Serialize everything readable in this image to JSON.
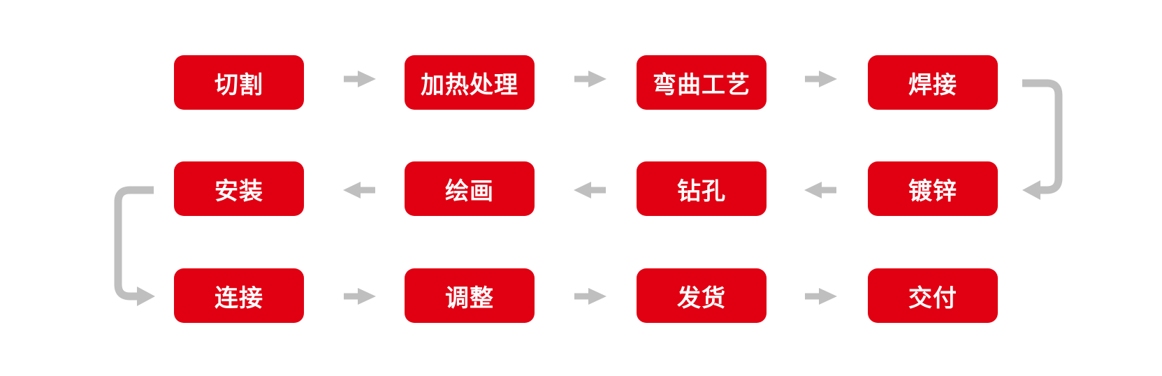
{
  "diagram": {
    "colors": {
      "step_fill": "#e10012",
      "step_text": "#ffffff",
      "arrow": "#bfbfbf",
      "background": "#ffffff"
    },
    "rows": [
      {
        "direction": "left-to-right",
        "steps": [
          "切割",
          "加热处理",
          "弯曲工艺",
          "焊接"
        ]
      },
      {
        "direction": "right-to-left",
        "steps": [
          "镀锌",
          "钻孔",
          "绘画",
          "安装"
        ]
      },
      {
        "direction": "left-to-right",
        "steps": [
          "连接",
          "调整",
          "发货",
          "交付"
        ]
      }
    ],
    "connectors": [
      {
        "from": "焊接",
        "to": "镀锌",
        "side": "right"
      },
      {
        "from": "安装",
        "to": "连接",
        "side": "left"
      }
    ]
  }
}
